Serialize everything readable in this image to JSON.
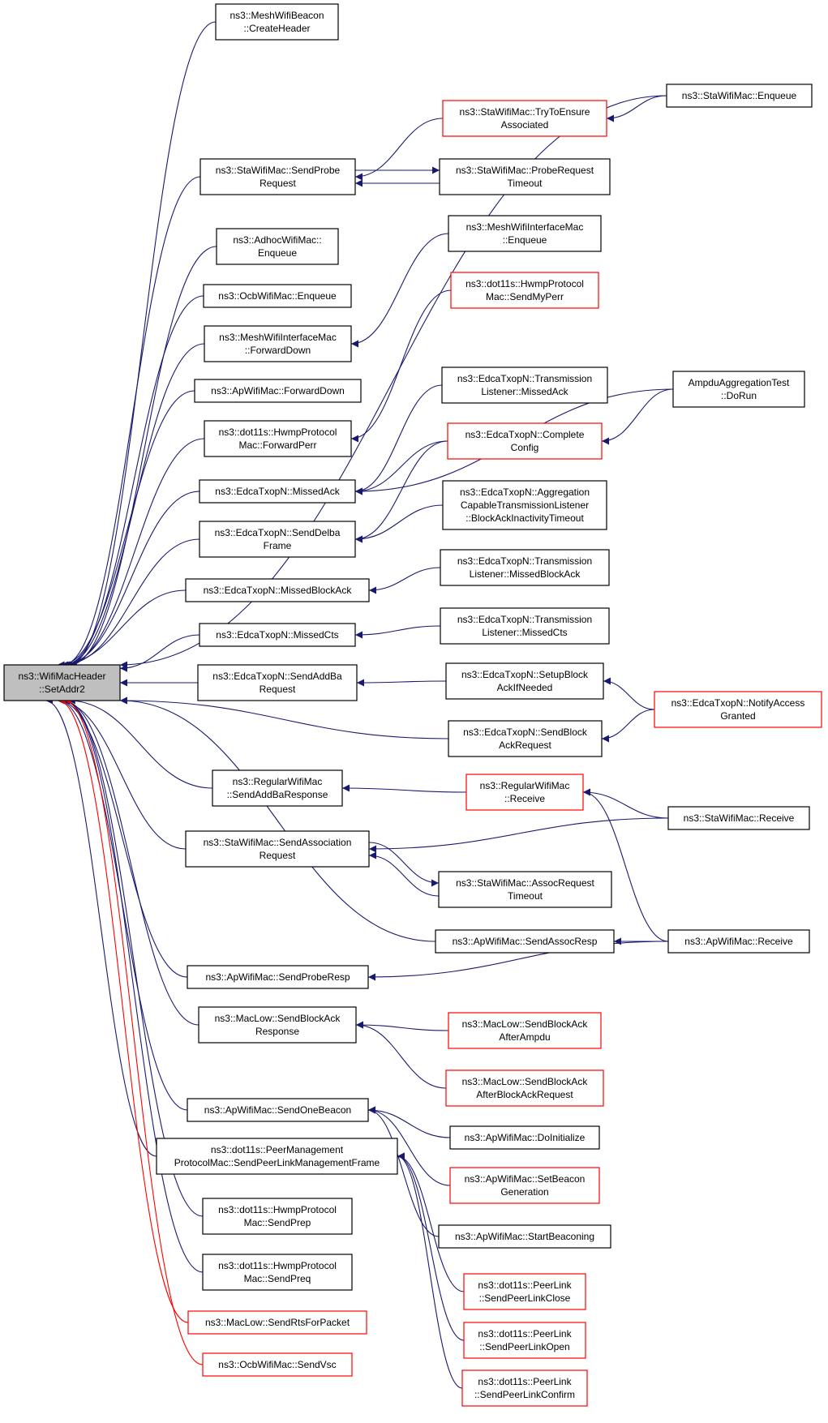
{
  "colors": {
    "edge": "#191970",
    "edge_red": "#ff0000",
    "root_fill": "#bfbfbf",
    "border": "#000000",
    "border_red": "#ff0000"
  },
  "nodes": [
    {
      "id": "root",
      "lines": [
        "ns3::WifiMacHeader",
        "::SetAddr2"
      ],
      "style": "root"
    },
    {
      "id": "n1",
      "lines": [
        "ns3::MeshWifiBeacon",
        "::CreateHeader"
      ],
      "style": "normal"
    },
    {
      "id": "n2",
      "lines": [
        "ns3::StaWifiMac::SendProbe",
        "Request"
      ],
      "style": "normal"
    },
    {
      "id": "n3",
      "lines": [
        "ns3::AdhocWifiMac::",
        "Enqueue"
      ],
      "style": "normal"
    },
    {
      "id": "n4",
      "lines": [
        "ns3::OcbWifiMac::Enqueue"
      ],
      "style": "normal"
    },
    {
      "id": "n5",
      "lines": [
        "ns3::MeshWifiInterfaceMac",
        "::ForwardDown"
      ],
      "style": "normal"
    },
    {
      "id": "n6",
      "lines": [
        "ns3::ApWifiMac::ForwardDown"
      ],
      "style": "normal"
    },
    {
      "id": "n7",
      "lines": [
        "ns3::dot11s::HwmpProtocol",
        "Mac::ForwardPerr"
      ],
      "style": "normal"
    },
    {
      "id": "n8",
      "lines": [
        "ns3::EdcaTxopN::MissedAck"
      ],
      "style": "normal"
    },
    {
      "id": "n9",
      "lines": [
        "ns3::EdcaTxopN::SendDelba",
        "Frame"
      ],
      "style": "normal"
    },
    {
      "id": "n10",
      "lines": [
        "ns3::EdcaTxopN::MissedBlockAck"
      ],
      "style": "normal"
    },
    {
      "id": "n11",
      "lines": [
        "ns3::EdcaTxopN::MissedCts"
      ],
      "style": "normal"
    },
    {
      "id": "n12",
      "lines": [
        "ns3::EdcaTxopN::SendAddBa",
        "Request"
      ],
      "style": "normal"
    },
    {
      "id": "n13",
      "lines": [
        "ns3::RegularWifiMac",
        "::SendAddBaResponse"
      ],
      "style": "normal"
    },
    {
      "id": "n14",
      "lines": [
        "ns3::StaWifiMac::SendAssociation",
        "Request"
      ],
      "style": "normal"
    },
    {
      "id": "n15",
      "lines": [
        "ns3::ApWifiMac::SendProbeResp"
      ],
      "style": "normal"
    },
    {
      "id": "n16",
      "lines": [
        "ns3::MacLow::SendBlockAck",
        "Response"
      ],
      "style": "normal"
    },
    {
      "id": "n17",
      "lines": [
        "ns3::ApWifiMac::SendOneBeacon"
      ],
      "style": "normal"
    },
    {
      "id": "n18",
      "lines": [
        "ns3::dot11s::PeerManagement",
        "ProtocolMac::SendPeerLinkManagementFrame"
      ],
      "style": "normal"
    },
    {
      "id": "n19",
      "lines": [
        "ns3::dot11s::HwmpProtocol",
        "Mac::SendPrep"
      ],
      "style": "normal"
    },
    {
      "id": "n20",
      "lines": [
        "ns3::dot11s::HwmpProtocol",
        "Mac::SendPreq"
      ],
      "style": "normal"
    },
    {
      "id": "n21",
      "lines": [
        "ns3::MacLow::SendRtsForPacket"
      ],
      "style": "red"
    },
    {
      "id": "n22",
      "lines": [
        "ns3::OcbWifiMac::SendVsc"
      ],
      "style": "red"
    },
    {
      "id": "m1",
      "lines": [
        "ns3::StaWifiMac::TryToEnsure",
        "Associated"
      ],
      "style": "red"
    },
    {
      "id": "m2",
      "lines": [
        "ns3::StaWifiMac::ProbeRequest",
        "Timeout"
      ],
      "style": "normal"
    },
    {
      "id": "m3",
      "lines": [
        "ns3::MeshWifiInterfaceMac",
        "::Enqueue"
      ],
      "style": "normal"
    },
    {
      "id": "m4",
      "lines": [
        "ns3::dot11s::HwmpProtocol",
        "Mac::SendMyPerr"
      ],
      "style": "red"
    },
    {
      "id": "m5",
      "lines": [
        "ns3::EdcaTxopN::Transmission",
        "Listener::MissedAck"
      ],
      "style": "normal"
    },
    {
      "id": "m6",
      "lines": [
        "ns3::EdcaTxopN::Complete",
        "Config"
      ],
      "style": "red"
    },
    {
      "id": "m7",
      "lines": [
        "ns3::EdcaTxopN::Aggregation",
        "CapableTransmissionListener",
        "::BlockAckInactivityTimeout"
      ],
      "style": "normal"
    },
    {
      "id": "m8",
      "lines": [
        "ns3::EdcaTxopN::Transmission",
        "Listener::MissedBlockAck"
      ],
      "style": "normal"
    },
    {
      "id": "m9",
      "lines": [
        "ns3::EdcaTxopN::Transmission",
        "Listener::MissedCts"
      ],
      "style": "normal"
    },
    {
      "id": "m10",
      "lines": [
        "ns3::EdcaTxopN::SetupBlock",
        "AckIfNeeded"
      ],
      "style": "normal"
    },
    {
      "id": "m11",
      "lines": [
        "ns3::EdcaTxopN::SendBlock",
        "AckRequest"
      ],
      "style": "normal"
    },
    {
      "id": "m12",
      "lines": [
        "ns3::RegularWifiMac",
        "::Receive"
      ],
      "style": "red"
    },
    {
      "id": "m13",
      "lines": [
        "ns3::StaWifiMac::AssocRequest",
        "Timeout"
      ],
      "style": "normal"
    },
    {
      "id": "m14",
      "lines": [
        "ns3::ApWifiMac::SendAssocResp"
      ],
      "style": "normal"
    },
    {
      "id": "m15",
      "lines": [
        "ns3::MacLow::SendBlockAck",
        "AfterAmpdu"
      ],
      "style": "red"
    },
    {
      "id": "m16",
      "lines": [
        "ns3::MacLow::SendBlockAck",
        "AfterBlockAckRequest"
      ],
      "style": "red"
    },
    {
      "id": "m17",
      "lines": [
        "ns3::ApWifiMac::DoInitialize"
      ],
      "style": "normal"
    },
    {
      "id": "m18",
      "lines": [
        "ns3::ApWifiMac::SetBeacon",
        "Generation"
      ],
      "style": "red"
    },
    {
      "id": "m19",
      "lines": [
        "ns3::ApWifiMac::StartBeaconing"
      ],
      "style": "normal"
    },
    {
      "id": "m20",
      "lines": [
        "ns3::dot11s::PeerLink",
        "::SendPeerLinkClose"
      ],
      "style": "red"
    },
    {
      "id": "m21",
      "lines": [
        "ns3::dot11s::PeerLink",
        "::SendPeerLinkOpen"
      ],
      "style": "red"
    },
    {
      "id": "m22",
      "lines": [
        "ns3::dot11s::PeerLink",
        "::SendPeerLinkConfirm"
      ],
      "style": "red"
    },
    {
      "id": "r1",
      "lines": [
        "ns3::StaWifiMac::Enqueue"
      ],
      "style": "normal"
    },
    {
      "id": "r2",
      "lines": [
        "AmpduAggregationTest",
        "::DoRun"
      ],
      "style": "normal"
    },
    {
      "id": "r3",
      "lines": [
        "ns3::EdcaTxopN::NotifyAccess",
        "Granted"
      ],
      "style": "red"
    },
    {
      "id": "r4",
      "lines": [
        "ns3::StaWifiMac::Receive"
      ],
      "style": "normal"
    },
    {
      "id": "r5",
      "lines": [
        "ns3::ApWifiMac::Receive"
      ],
      "style": "normal"
    }
  ],
  "edges": [
    [
      "n1",
      "root"
    ],
    [
      "n2",
      "root"
    ],
    [
      "n3",
      "root"
    ],
    [
      "n4",
      "root"
    ],
    [
      "n5",
      "root"
    ],
    [
      "n6",
      "root"
    ],
    [
      "n7",
      "root"
    ],
    [
      "n8",
      "root"
    ],
    [
      "n9",
      "root"
    ],
    [
      "n10",
      "root"
    ],
    [
      "n11",
      "root"
    ],
    [
      "n12",
      "root"
    ],
    [
      "n13",
      "root"
    ],
    [
      "n14",
      "root"
    ],
    [
      "n15",
      "root"
    ],
    [
      "n16",
      "root"
    ],
    [
      "n17",
      "root"
    ],
    [
      "n18",
      "root"
    ],
    [
      "n19",
      "root"
    ],
    [
      "n20",
      "root"
    ],
    [
      "n21",
      "root",
      "red"
    ],
    [
      "n22",
      "root",
      "red"
    ],
    [
      "r1",
      "root"
    ],
    [
      "m14",
      "root"
    ],
    [
      "m11",
      "root"
    ],
    [
      "r2",
      "n8"
    ],
    [
      "m1",
      "n2"
    ],
    [
      "m2",
      "n2"
    ],
    [
      "n2",
      "m2"
    ],
    [
      "r1",
      "m1"
    ],
    [
      "m3",
      "n5"
    ],
    [
      "m4",
      "n7"
    ],
    [
      "m5",
      "n8"
    ],
    [
      "m6",
      "n8"
    ],
    [
      "r2",
      "m6"
    ],
    [
      "m6",
      "n9"
    ],
    [
      "m7",
      "n9"
    ],
    [
      "m8",
      "n10"
    ],
    [
      "m9",
      "n11"
    ],
    [
      "m10",
      "n12"
    ],
    [
      "r3",
      "m10"
    ],
    [
      "r3",
      "m11"
    ],
    [
      "m12",
      "n13"
    ],
    [
      "r4",
      "m12"
    ],
    [
      "r5",
      "m12"
    ],
    [
      "r4",
      "n14"
    ],
    [
      "m13",
      "n14"
    ],
    [
      "n14",
      "m13"
    ],
    [
      "r5",
      "m14"
    ],
    [
      "r5",
      "n15"
    ],
    [
      "m15",
      "n16"
    ],
    [
      "m16",
      "n16"
    ],
    [
      "m17",
      "n17"
    ],
    [
      "m18",
      "n17"
    ],
    [
      "m19",
      "n17"
    ],
    [
      "m20",
      "n18"
    ],
    [
      "m21",
      "n18"
    ],
    [
      "m22",
      "n18"
    ]
  ]
}
